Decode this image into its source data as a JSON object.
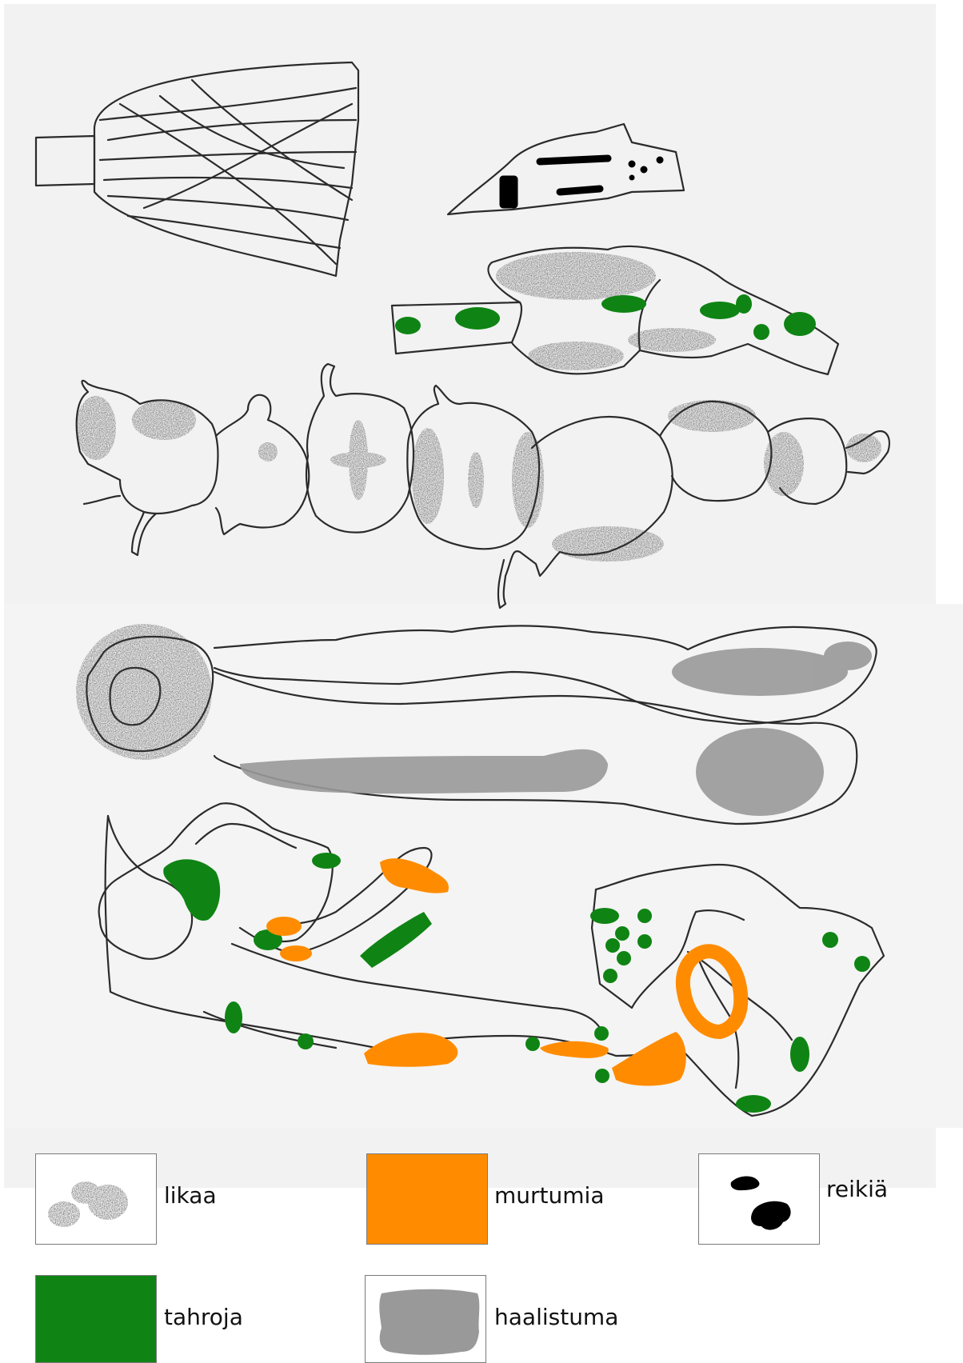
{
  "colors": {
    "paper": "#f2f2f2",
    "outline": "#2b2b2b",
    "dirt": "#3a3a3a",
    "stains": "#0f8414",
    "fractures": "#ff8c00",
    "holes": "#000000",
    "fading": "#9a9a9a"
  },
  "legend": [
    {
      "key": "dirt",
      "label": "likaa",
      "icon": "dirt-speckle-icon"
    },
    {
      "key": "fractures",
      "label": "murtumia",
      "icon": "orange-swatch-icon"
    },
    {
      "key": "holes",
      "label": "reikiä",
      "icon": "black-blob-icon"
    },
    {
      "key": "stains",
      "label": "tahroja",
      "icon": "green-swatch-icon"
    },
    {
      "key": "fading",
      "label": "haalistuma",
      "icon": "gray-smear-icon"
    }
  ]
}
